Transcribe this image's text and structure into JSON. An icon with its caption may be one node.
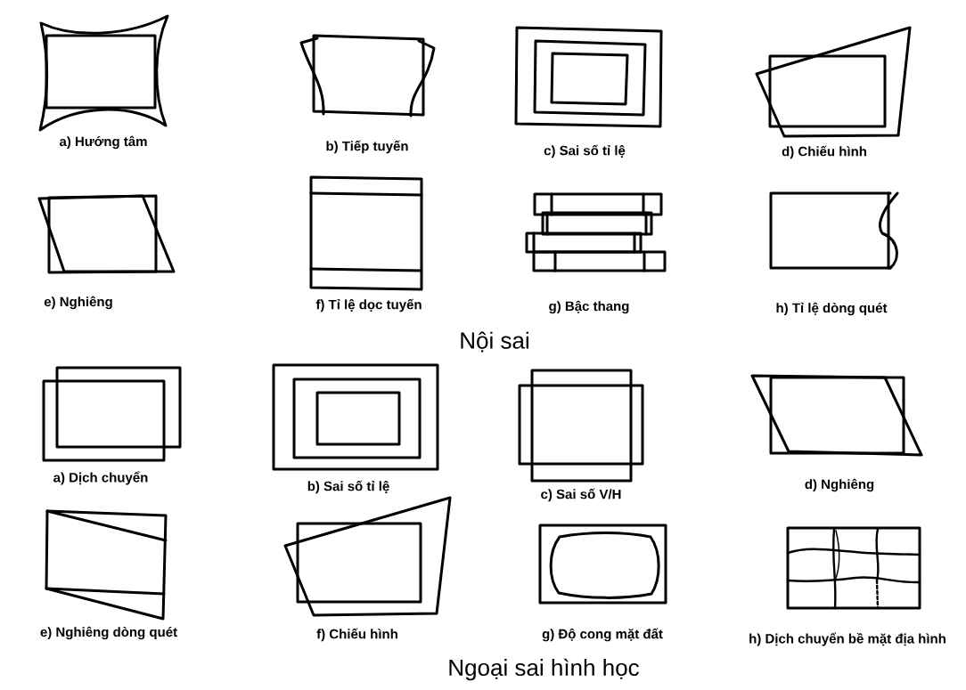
{
  "diagram": {
    "labels": [
      "a) Hướng tâm",
      "b) Tiếp tuyến",
      "c) Sai số tỉ lệ",
      "d) Chiếu hình",
      "e) Nghiêng",
      "f) Tỉ lệ dọc tuyến",
      "g) Bậc thang",
      "h) Tỉ lệ dòng quét",
      "Nội sai",
      "a) Dịch chuyển",
      "b) Sai số tỉ lệ",
      "c) Sai số V/H",
      "d) Nghiêng",
      "e) Nghiêng dòng quét",
      "f) Chiếu hình",
      "g) Độ cong mặt đất",
      "h) Dịch chuyển bề mặt địa hình",
      "Ngoại sai hình học"
    ]
  }
}
